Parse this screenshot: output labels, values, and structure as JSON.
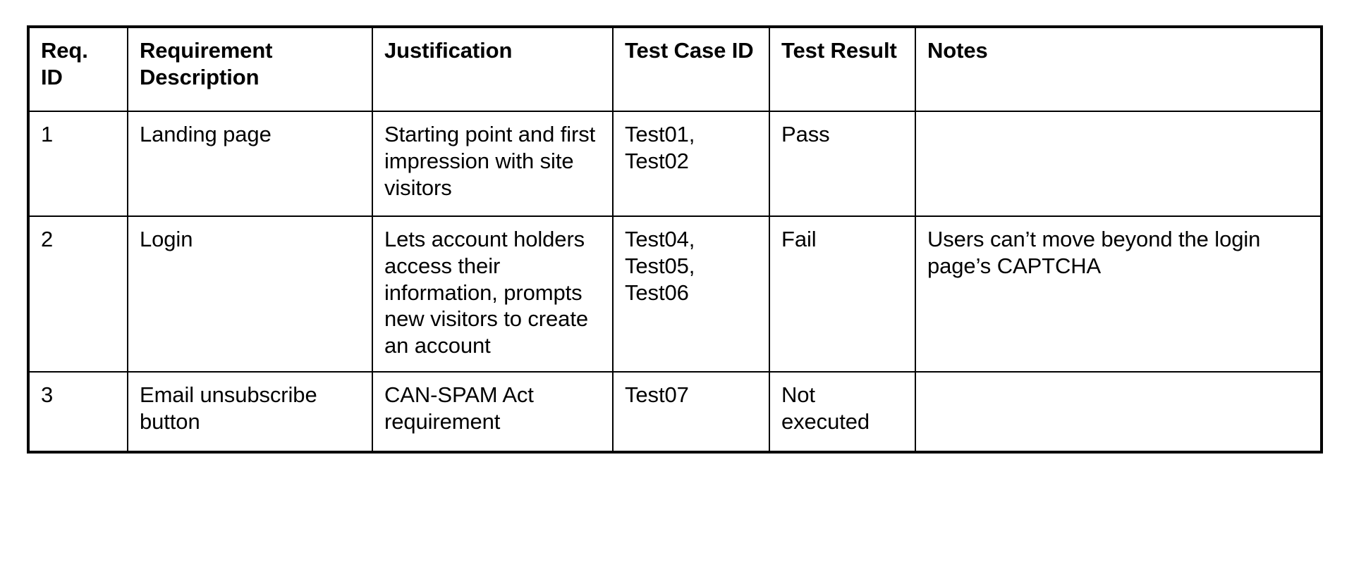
{
  "table": {
    "columns": [
      {
        "key": "req_id",
        "label": "Req. ID"
      },
      {
        "key": "description",
        "label": "Requirement Description"
      },
      {
        "key": "justification",
        "label": "Justification"
      },
      {
        "key": "test_case_id",
        "label": "Test Case ID"
      },
      {
        "key": "test_result",
        "label": "Test Result"
      },
      {
        "key": "notes",
        "label": "Notes"
      }
    ],
    "rows": [
      {
        "req_id": "1",
        "description": "Landing page",
        "justification": "Starting point and first impression with site visitors",
        "test_case_id": "Test01, Test02",
        "test_result": "Pass",
        "notes": ""
      },
      {
        "req_id": "2",
        "description": "Login",
        "justification": "Lets account holders access their information, prompts new visitors to create an account",
        "test_case_id": "Test04, Test05, Test06",
        "test_result": "Fail",
        "notes": "Users can’t move beyond the login page’s CAPTCHA"
      },
      {
        "req_id": "3",
        "description": "Email unsubscribe button",
        "justification": "CAN-SPAM Act requirement",
        "test_case_id": "Test07",
        "test_result": "Not executed",
        "notes": ""
      }
    ]
  },
  "colors": {
    "border": "#000000",
    "text": "#000000",
    "background": "#ffffff"
  }
}
